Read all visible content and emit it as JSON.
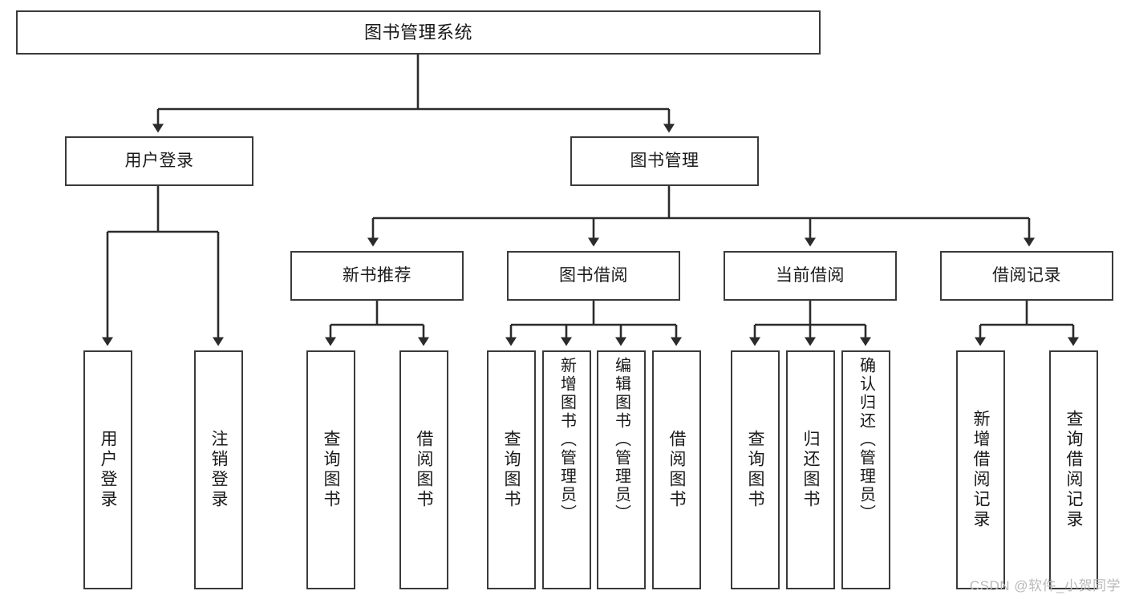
{
  "diagram": {
    "title": "图书管理系统",
    "type": "tree",
    "watermark": "CSDN @软件_小贺同学",
    "colors": {
      "box_border": "#3a3a3a",
      "box_fill": "#ffffff",
      "edge": "#2b2b2b",
      "text": "#1a1a1a",
      "watermark": "#b9b9b9"
    },
    "levels": {
      "root": {
        "label": "图书管理系统"
      },
      "level2": [
        {
          "label": "用户登录"
        },
        {
          "label": "图书管理"
        }
      ],
      "level3": [
        {
          "label": "新书推荐"
        },
        {
          "label": "图书借阅"
        },
        {
          "label": "当前借阅"
        },
        {
          "label": "借阅记录"
        }
      ],
      "leaves": [
        {
          "label": "用户登录",
          "parent": "用户登录"
        },
        {
          "label": "注销登录",
          "parent": "用户登录"
        },
        {
          "label": "查询图书",
          "parent": "新书推荐"
        },
        {
          "label": "借阅图书",
          "parent": "新书推荐"
        },
        {
          "label": "查询图书",
          "parent": "图书借阅"
        },
        {
          "label": "新增图书（管理员）",
          "parent": "图书借阅"
        },
        {
          "label": "编辑图书（管理员）",
          "parent": "图书借阅"
        },
        {
          "label": "借阅图书",
          "parent": "图书借阅"
        },
        {
          "label": "查询图书",
          "parent": "当前借阅"
        },
        {
          "label": "归还图书",
          "parent": "当前借阅"
        },
        {
          "label": "确认归还（管理员）",
          "parent": "当前借阅"
        },
        {
          "label": "新增借阅记录",
          "parent": "借阅记录"
        },
        {
          "label": "查询借阅记录",
          "parent": "借阅记录"
        }
      ]
    }
  }
}
